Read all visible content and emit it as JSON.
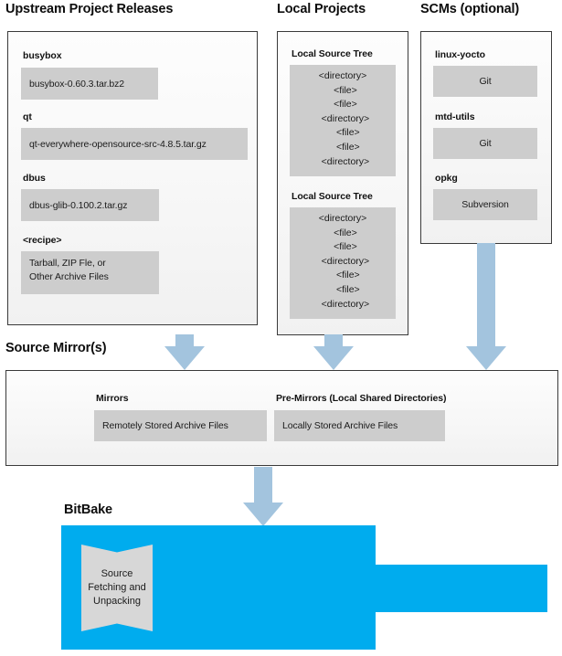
{
  "colors": {
    "accent_cyan": "#00ACEE",
    "arrow_blue": "#a3c4de",
    "box_gray": "#cdcdcd",
    "panel_border": "#3a3a3a",
    "panel_bg": "#f7f7f7",
    "text": "#111111"
  },
  "sections": {
    "upstream": {
      "title": "Upstream Project Releases",
      "items": [
        {
          "label": "busybox",
          "value": "busybox-0.60.3.tar.bz2"
        },
        {
          "label": "qt",
          "value": "qt-everywhere-opensource-src-4.8.5.tar.gz"
        },
        {
          "label": "dbus",
          "value": "dbus-glib-0.100.2.tar.gz"
        },
        {
          "label": "<recipe>",
          "value_line1": "Tarball, ZIP Fle, or",
          "value_line2": "Other Archive Files"
        }
      ]
    },
    "local_projects": {
      "title": "Local Projects",
      "trees": [
        {
          "label": "Local Source Tree",
          "rows": [
            "<directory>",
            "  <file>",
            "  <file>",
            "  <directory>",
            "    <file>",
            "    <file>",
            "  <directory>"
          ]
        },
        {
          "label": "Local Source Tree",
          "rows": [
            "<directory>",
            "  <file>",
            "  <file>",
            "  <directory>",
            "    <file>",
            "    <file>",
            "  <directory>"
          ]
        }
      ]
    },
    "scms": {
      "title": "SCMs (optional)",
      "items": [
        {
          "label": "linux-yocto",
          "value": "Git"
        },
        {
          "label": "mtd-utils",
          "value": "Git"
        },
        {
          "label": "opkg",
          "value": "Subversion"
        }
      ]
    },
    "source_mirrors": {
      "title": "Source Mirror(s)",
      "groups": [
        {
          "label": "Mirrors",
          "value": "Remotely Stored Archive Files"
        },
        {
          "label": "Pre-Mirrors (Local Shared Directories)",
          "value": "Locally Stored Archive Files"
        }
      ]
    },
    "bitbake": {
      "title": "BitBake",
      "task": {
        "line1": "Source",
        "line2": "Fetching and",
        "line3": "Unpacking"
      }
    }
  },
  "arrows": [
    {
      "name": "arrow-upstream-to-mirrors"
    },
    {
      "name": "arrow-local-projects-to-mirrors"
    },
    {
      "name": "arrow-scms-to-mirrors"
    },
    {
      "name": "arrow-mirrors-to-bitbake"
    }
  ]
}
